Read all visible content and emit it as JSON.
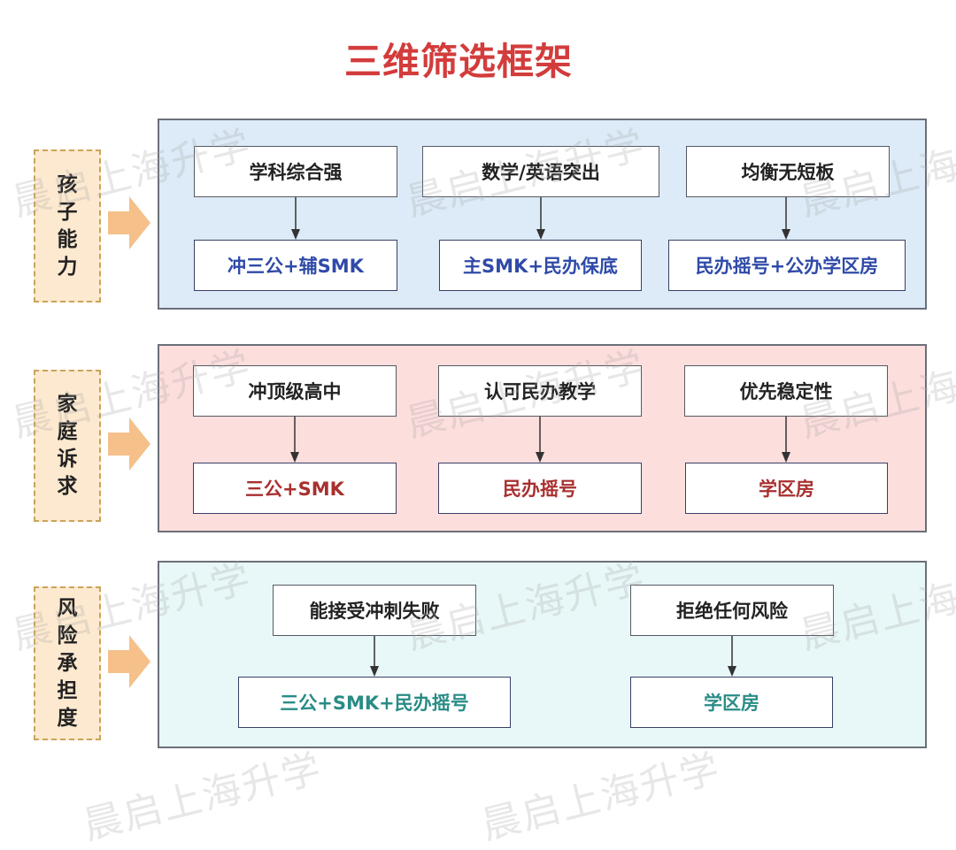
{
  "title": "三维筛选框架",
  "watermark": "晨启上海升学",
  "colors": {
    "title": "#d33c3c",
    "label_bg": "#fde9cf",
    "label_border": "#c9a45a",
    "arrow": "#f5c08a",
    "panel_blue": "#dcebf7",
    "panel_pink": "#fcdedd",
    "panel_teal": "#e8f7f7",
    "text_blue": "#2f4aa8",
    "text_red": "#a8302f",
    "text_teal": "#2a8c86"
  },
  "rows": [
    {
      "label": [
        "孩",
        "子",
        "能",
        "力"
      ],
      "pairs": [
        {
          "condition": "学科综合强",
          "strategy": "冲三公+辅SMK"
        },
        {
          "condition": "数学/英语突出",
          "strategy": "主SMK+民办保底"
        },
        {
          "condition": "均衡无短板",
          "strategy": "民办摇号+公办学区房"
        }
      ]
    },
    {
      "label": [
        "家",
        "庭",
        "诉",
        "求"
      ],
      "pairs": [
        {
          "condition": "冲顶级高中",
          "strategy": "三公+SMK"
        },
        {
          "condition": "认可民办教学",
          "strategy": "民办摇号"
        },
        {
          "condition": "优先稳定性",
          "strategy": "学区房"
        }
      ]
    },
    {
      "label": [
        "风",
        "险",
        "承",
        "担",
        "度"
      ],
      "pairs": [
        {
          "condition": "能接受冲刺失败",
          "strategy": "三公+SMK+民办摇号"
        },
        {
          "condition": "拒绝任何风险",
          "strategy": "学区房"
        }
      ]
    }
  ]
}
